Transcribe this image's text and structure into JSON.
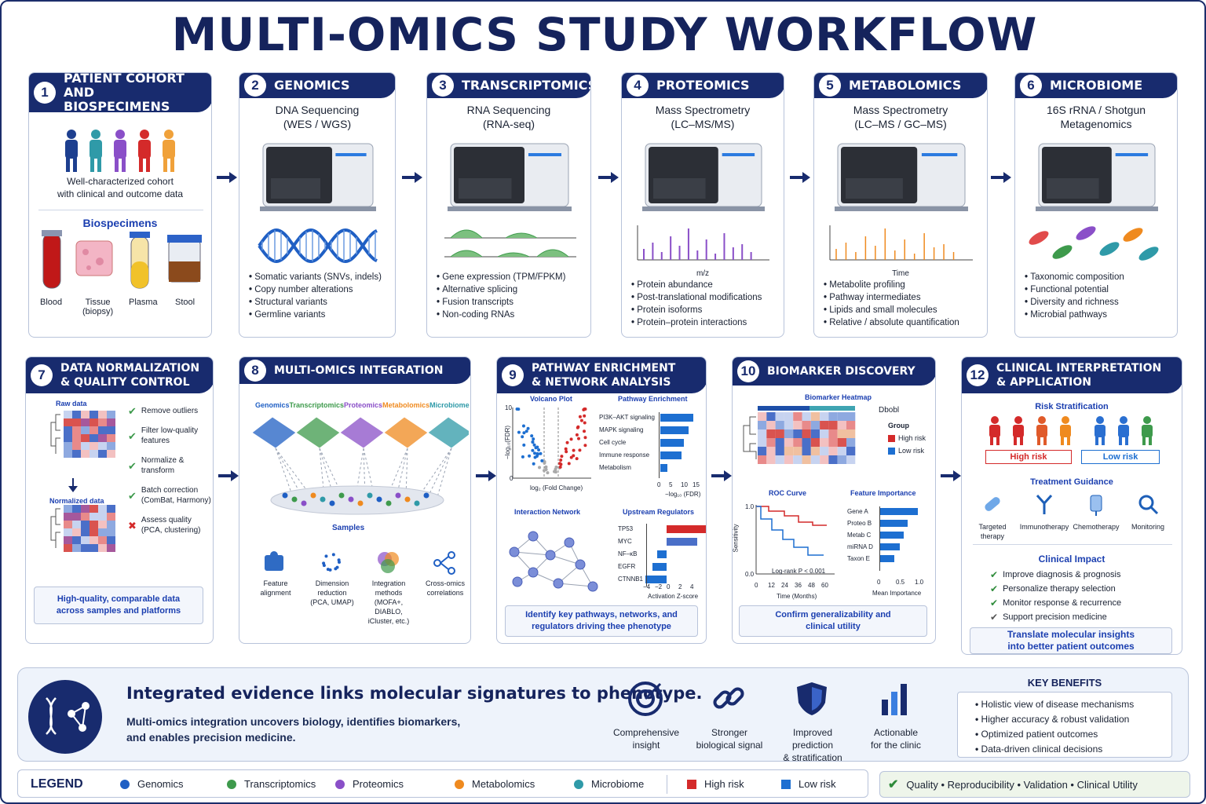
{
  "title": "MULTI-OMICS STUDY WORKFLOW",
  "stages": [
    {
      "num": "1",
      "title_a": "PATIENT COHORT",
      "title_b": "AND BIOSPECIMENS",
      "desc_a": "Well-characterized cohort",
      "desc_b": "with clinical and outcome data",
      "spec_title": "Biospecimens",
      "specimens": [
        "Blood",
        "Tissue",
        "Plasma",
        "Stool"
      ],
      "tissue_note": "(biopsy)"
    },
    {
      "num": "2",
      "title": "GENOMICS",
      "sub_a": "DNA Sequencing",
      "sub_b": "(WES / WGS)",
      "bullets": [
        "Somatic variants (SNVs, indels)",
        "Copy number alterations",
        "Structural variants",
        "Germline variants"
      ]
    },
    {
      "num": "3",
      "title": "TRANSCRIPTOMICS",
      "sub_a": "RNA Sequencing",
      "sub_b": "(RNA-seq)",
      "bullets": [
        "Gene expression (TPM/FPKM)",
        "Alternative splicing",
        "Fusion transcripts",
        "Non-coding RNAs"
      ]
    },
    {
      "num": "4",
      "title": "PROTEOMICS",
      "sub_a": "Mass Spectrometry",
      "sub_b": "(LC–MS/MS)",
      "axis": "m/z",
      "bullets": [
        "Protein abundance",
        "Post-translational modifications",
        "Protein isoforms",
        "Protein–protein interactions"
      ]
    },
    {
      "num": "5",
      "title": "METABOLOMICS",
      "sub_a": "Mass Spectrometry",
      "sub_b": "(LC–MS / GC–MS)",
      "axis": "Time",
      "bullets": [
        "Metabolite profiling",
        "Pathway intermediates",
        "Lipids and small molecules",
        "Relative / absolute quantification"
      ]
    },
    {
      "num": "6",
      "title": "MICROBIOME",
      "sub_a": "16S rRNA / Shotgun",
      "sub_b": "Metagenomics",
      "bullets": [
        "Taxonomic composition",
        "Functional potential",
        "Diversity and richness",
        "Microbial pathways"
      ]
    }
  ],
  "s7": {
    "num": "7",
    "title_a": "DATA NORMALIZATION",
    "title_b": "& QUALITY CONTROL",
    "raw": "Raw data",
    "norm": "Normalized data",
    "checks": [
      "Remove outliers",
      "Filter low-quality features",
      "Normalize & transform",
      "Batch correction (ComBat, Harmony)"
    ],
    "fail": "Assess quality (PCA, clustering)",
    "note_a": "High-quality, comparable data",
    "note_b": "across samples and platforms"
  },
  "s8": {
    "num": "8",
    "title": "MULTI-OMICS INTEGRATION",
    "layers": [
      "Genomics",
      "Transcriptomics",
      "Proteomics",
      "Metabolomics",
      "Microbiome"
    ],
    "samples": "Samples",
    "tools": [
      [
        "Feature",
        "alignment"
      ],
      [
        "Dimension",
        "reduction",
        "(PCA, UMAP)"
      ],
      [
        "Integration methods",
        "(MOFA+, DIABLO,",
        "iCluster, etc.)"
      ],
      [
        "Cross-omics",
        "correlations"
      ]
    ]
  },
  "s9": {
    "num": "9",
    "title_a": "PATHWAY ENRICHMENT",
    "title_b": "& NETWORK ANALYSIS",
    "volcano": "Volcano Plot",
    "vy": "−log₁₀(FDR)",
    "vx": "log₂ (Fold Change)",
    "vt10": "10",
    "vt0": "0",
    "pe": "Pathway Enrichment",
    "paths": [
      "PI3K–AKT signaling",
      "MAPK signaling",
      "Cell cycle",
      "Immune response",
      "Metabolism"
    ],
    "pe_ticks": [
      "0",
      "5",
      "10",
      "15"
    ],
    "pe_x": "−log₁₀ (FDR)",
    "net": "Interaction Network",
    "ur": "Upstream Regulators",
    "regs": [
      "TP53",
      "MYC",
      "NF–κB",
      "EGFR",
      "CTNNB1"
    ],
    "ur_ticks": [
      "−4",
      "−2",
      "0",
      "2",
      "4"
    ],
    "ur_x": "Activation Z-score",
    "note_a": "Identify key pathways, networks, and",
    "note_b": "regulators driving thee phenotype"
  },
  "s10": {
    "num": "10",
    "title": "BIOMARKER DISCOVERY",
    "heat": "Biomarker Heatmap",
    "heat_tag": "Dbobl",
    "group": "Group",
    "hr": "High risk",
    "lr": "Low risk",
    "roc": "ROC Curve",
    "roc_y": "Sensitivity",
    "roc_x": "Time (Months)",
    "roc_xt": [
      "0",
      "12",
      "24",
      "36",
      "48",
      "60"
    ],
    "roc_yt": [
      "1.0",
      "0.0"
    ],
    "logrank": "Log-rank P < 0.001",
    "fi": "Feature Importance",
    "features": [
      "Gene A",
      "Proteo B",
      "Metab C",
      "miRNA D",
      "Taxon E"
    ],
    "fi_ticks": [
      "0",
      "0.5",
      "1.0"
    ],
    "fi_x": "Mean Importance",
    "note_a": "Confirm generalizability and",
    "note_b": "clinical utility"
  },
  "s12": {
    "num": "12",
    "title_a": "CLINICAL INTERPRETATION",
    "title_b": "& APPLICATION",
    "risk": "Risk Stratification",
    "hr": "High risk",
    "lr": "Low risk",
    "tg": "Treatment Guidance",
    "treat": [
      [
        "Targeted",
        "therapy"
      ],
      [
        "Immunotherapy"
      ],
      [
        "Chemotherapy"
      ],
      [
        "Monitoring"
      ]
    ],
    "ci": "Clinical Impact",
    "impacts": [
      "Improve diagnosis & prognosis",
      "Personalize therapy selection",
      "Monitor response & recurrence",
      "Support precision medicine"
    ],
    "note_a": "Translate molecular insights",
    "note_b": "into better patient outcomes"
  },
  "summary": {
    "headline": "Integrated evidence links molecular signatures to phenotype.",
    "line_a": "Multi-omics integration uncovers biology, identifies biomarkers,",
    "line_b": "and enables precision medicine.",
    "icons": [
      [
        "Comprehensive",
        "insight"
      ],
      [
        "Stronger",
        "biological signal"
      ],
      [
        "Improved prediction",
        "& stratification"
      ],
      [
        "Actionable",
        "for the clinic"
      ]
    ],
    "kb_title": "KEY BENEFITS",
    "benefits": [
      "Holistic view of disease mechanisms",
      "Higher accuracy & robust validation",
      "Optimized patient outcomes",
      "Data-driven clinical decisions"
    ]
  },
  "legend": {
    "title": "LEGEND",
    "items": [
      "Genomics",
      "Transcriptomics",
      "Proteomics",
      "Metabolomics",
      "Microbiome"
    ],
    "hr": "High risk",
    "lr": "Low risk",
    "quality": "Quality • Reproducibility • Validation • Clinical Utility"
  },
  "colors": {
    "navy": "#182b6e",
    "genomics": "#1f5fc4",
    "transcriptomics": "#3e9a4c",
    "proteomics": "#8a4fc8",
    "metabolomics": "#ef8a1f",
    "microbiome": "#2f9aa8",
    "high": "#d42a2a",
    "low": "#1d6fd1"
  }
}
